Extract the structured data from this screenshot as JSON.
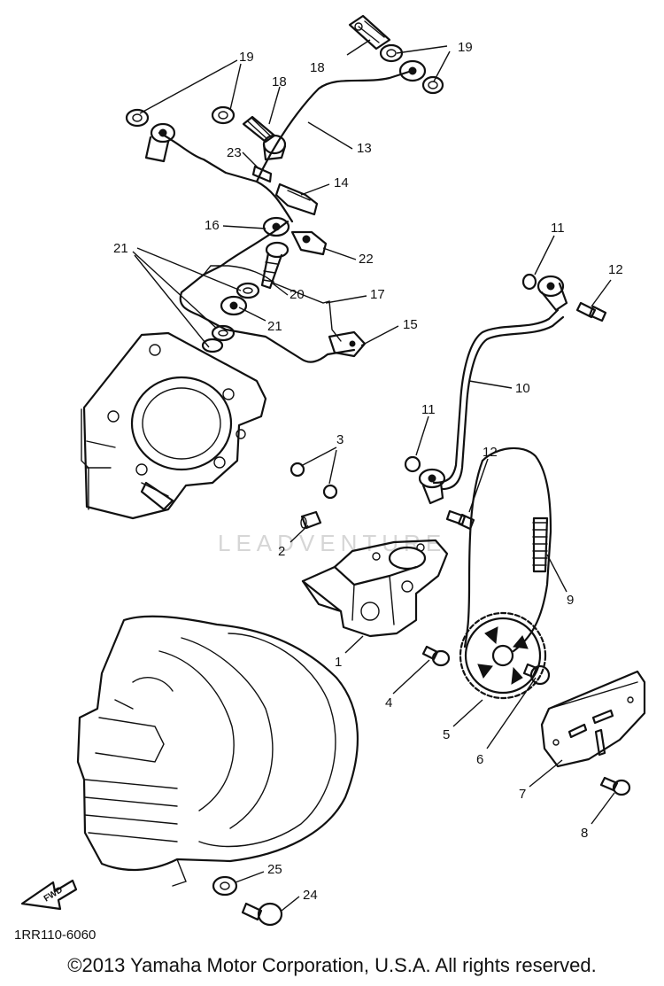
{
  "diagram": {
    "code": "1RR110-6060",
    "direction_label": "FWD",
    "watermark": "LEADVENTURE",
    "copyright": "©2013 Yamaha Motor Corporation, U.S.A. All rights reserved.",
    "callouts": [
      {
        "id": "c1",
        "label": "1"
      },
      {
        "id": "c2",
        "label": "2"
      },
      {
        "id": "c3",
        "label": "3"
      },
      {
        "id": "c4",
        "label": "4"
      },
      {
        "id": "c5",
        "label": "5"
      },
      {
        "id": "c6",
        "label": "6"
      },
      {
        "id": "c7",
        "label": "7"
      },
      {
        "id": "c8",
        "label": "8"
      },
      {
        "id": "c9",
        "label": "9"
      },
      {
        "id": "c10",
        "label": "10"
      },
      {
        "id": "c11a",
        "label": "11"
      },
      {
        "id": "c11b",
        "label": "11"
      },
      {
        "id": "c12a",
        "label": "12"
      },
      {
        "id": "c12b",
        "label": "12"
      },
      {
        "id": "c13",
        "label": "13"
      },
      {
        "id": "c14",
        "label": "14"
      },
      {
        "id": "c15",
        "label": "15"
      },
      {
        "id": "c16",
        "label": "16"
      },
      {
        "id": "c17",
        "label": "17"
      },
      {
        "id": "c18a",
        "label": "18"
      },
      {
        "id": "c18b",
        "label": "18"
      },
      {
        "id": "c19a",
        "label": "19"
      },
      {
        "id": "c19b",
        "label": "19"
      },
      {
        "id": "c20",
        "label": "20"
      },
      {
        "id": "c21a",
        "label": "21"
      },
      {
        "id": "c21b",
        "label": "21"
      },
      {
        "id": "c22",
        "label": "22"
      },
      {
        "id": "c23",
        "label": "23"
      },
      {
        "id": "c24",
        "label": "24"
      },
      {
        "id": "c25",
        "label": "25"
      }
    ]
  }
}
